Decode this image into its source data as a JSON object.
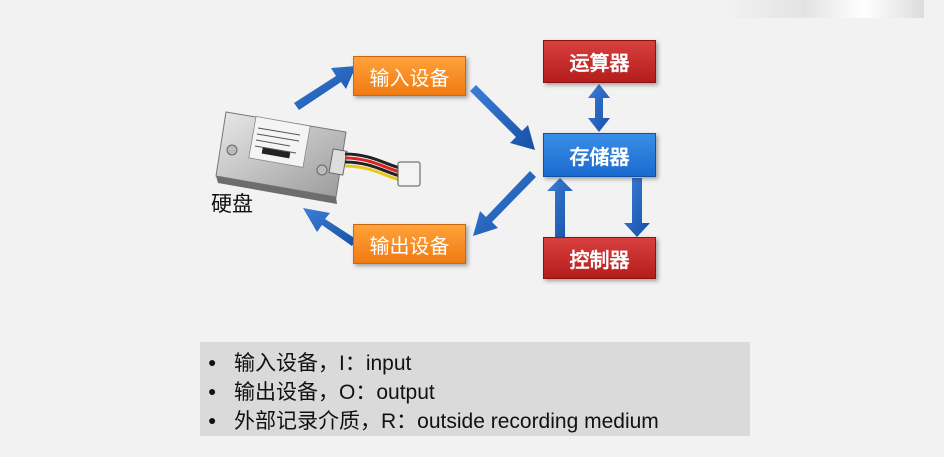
{
  "boxes": {
    "input_device": "输入设备",
    "output_device": "输出设备",
    "alu": "运算器",
    "memory": "存储器",
    "controller": "控制器"
  },
  "hard_disk_label": "硬盘",
  "notes": [
    "输入设备，I：input",
    "输出设备，O：output",
    "外部记录介质，R：outside recording medium"
  ],
  "colors": {
    "input_output": "#f58a1f",
    "alu_controller": "#c62b2b",
    "memory": "#2a7bdc",
    "arrow": "#1f5fbf"
  },
  "icons": [
    "hard-disk-drive-icon"
  ]
}
